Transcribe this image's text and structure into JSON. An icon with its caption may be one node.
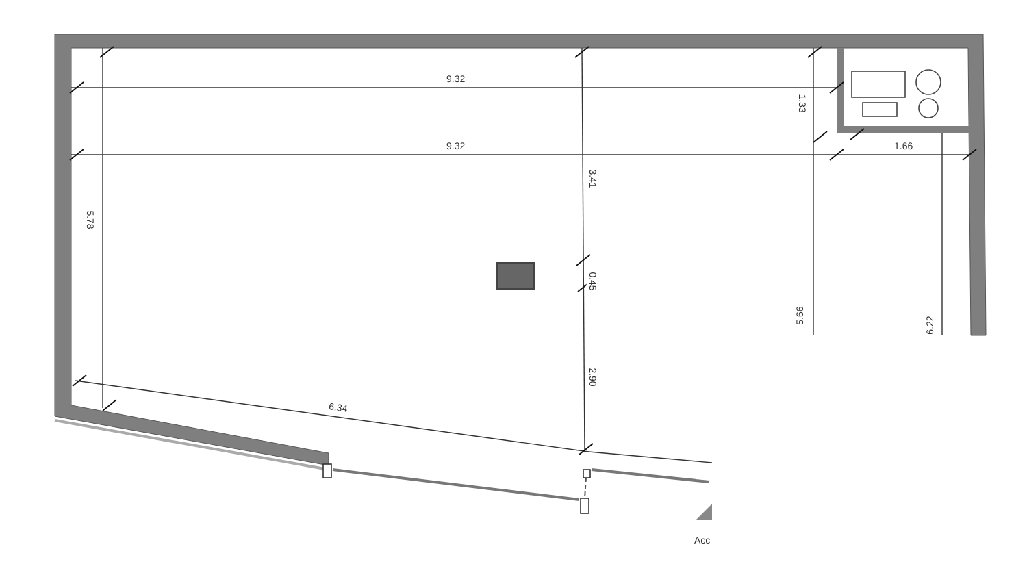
{
  "diagram": {
    "labels": [
      "9.32",
      "1.33",
      "9.32",
      "1.66",
      "3.41",
      "5.78",
      "0.45",
      "5.66",
      "6.22",
      "2.90",
      "6.34",
      "Acc"
    ]
  }
}
